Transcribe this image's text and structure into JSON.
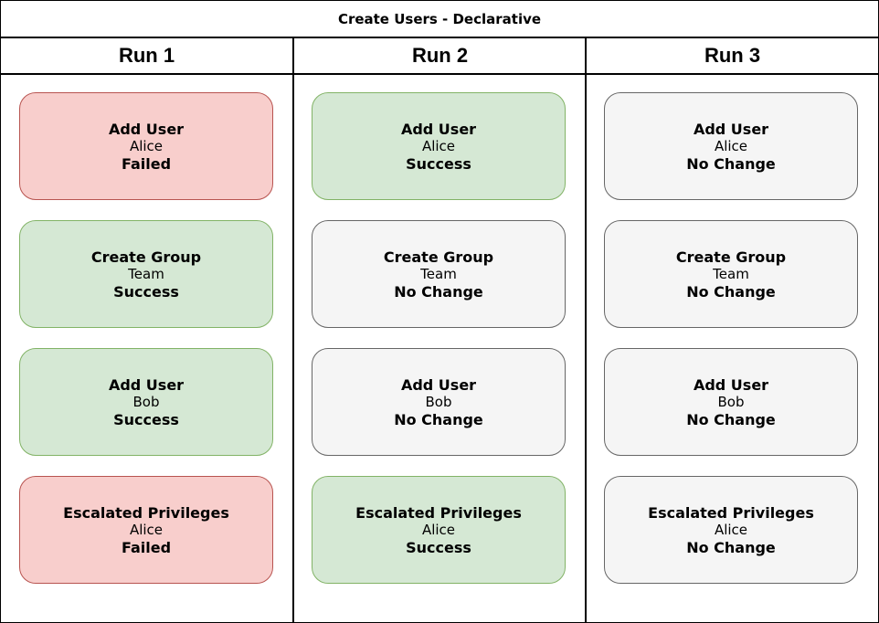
{
  "diagram": {
    "title": "Create Users - Declarative",
    "colors": {
      "failed_fill": "#f8cecc",
      "failed_stroke": "#b85450",
      "success_fill": "#d5e8d4",
      "success_stroke": "#82b366",
      "nochange_fill": "#f5f5f5",
      "nochange_stroke": "#666666"
    },
    "runs": [
      {
        "label": "Run 1",
        "steps": [
          {
            "action": "Add User",
            "subject": "Alice",
            "status": "Failed"
          },
          {
            "action": "Create Group",
            "subject": "Team",
            "status": "Success"
          },
          {
            "action": "Add User",
            "subject": "Bob",
            "status": "Success"
          },
          {
            "action": "Escalated Privileges",
            "subject": "Alice",
            "status": "Failed"
          }
        ]
      },
      {
        "label": "Run 2",
        "steps": [
          {
            "action": "Add User",
            "subject": "Alice",
            "status": "Success"
          },
          {
            "action": "Create Group",
            "subject": "Team",
            "status": "No Change"
          },
          {
            "action": "Add User",
            "subject": "Bob",
            "status": "No Change"
          },
          {
            "action": "Escalated Privileges",
            "subject": "Alice",
            "status": "Success"
          }
        ]
      },
      {
        "label": "Run 3",
        "steps": [
          {
            "action": "Add User",
            "subject": "Alice",
            "status": "No Change"
          },
          {
            "action": "Create Group",
            "subject": "Team",
            "status": "No Change"
          },
          {
            "action": "Add User",
            "subject": "Bob",
            "status": "No Change"
          },
          {
            "action": "Escalated Privileges",
            "subject": "Alice",
            "status": "No Change"
          }
        ]
      }
    ]
  }
}
